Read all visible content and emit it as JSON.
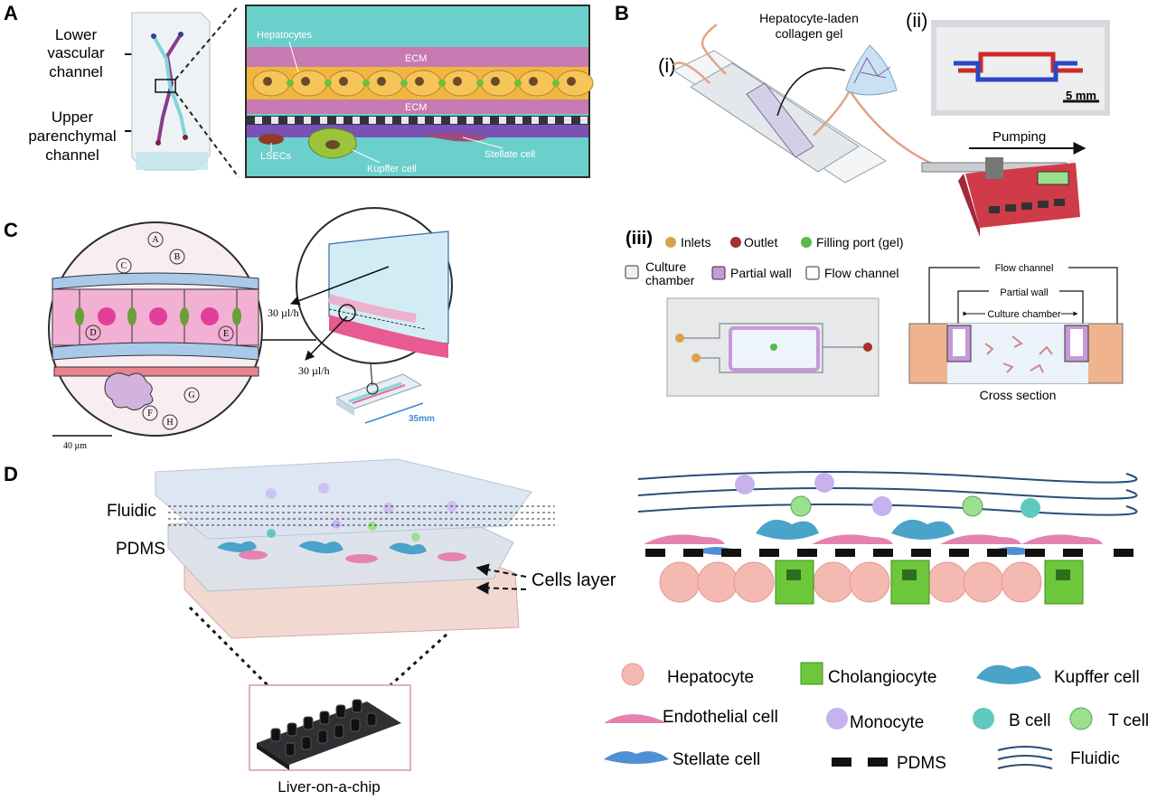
{
  "panels": {
    "a": {
      "letter": "A",
      "lower": [
        "Lower",
        "vascular",
        "channel"
      ],
      "upper": [
        "Upper",
        "parenchymal",
        "channel"
      ],
      "hepatocytes": "Hepatocytes",
      "ecm": "ECM",
      "lsecs": "LSECs",
      "kupffer": "Kupffer cell",
      "stellate": "Stellate cell"
    },
    "b": {
      "letter": "B",
      "label_i": "(i)",
      "label_ii": "(ii)",
      "label_iii": "(iii)",
      "gel": [
        "Hepatocyte-laden",
        "collagen gel"
      ],
      "pumping": "Pumping",
      "scale": "5 mm",
      "legend": {
        "inlets": "Inlets",
        "outlet": "Outlet",
        "filling": "Filling port (gel)",
        "culture": [
          "Culture",
          "chamber"
        ],
        "partial": "Partial wall",
        "flow": "Flow channel"
      },
      "cross": {
        "flow": "Flow channel",
        "partial": "Partial wall",
        "culture": "Culture chamber",
        "caption": "Cross section"
      },
      "colors": {
        "inlet": "#d9a14a",
        "outlet": "#a8302a",
        "filling": "#5bb84a",
        "wall": "#c59ad8"
      }
    },
    "c": {
      "letter": "C",
      "markers": [
        "A",
        "B",
        "C",
        "D",
        "E",
        "F",
        "G",
        "H"
      ],
      "flow_top": "30 µl/h",
      "flow_bottom": "30 µl/h",
      "scale": "40 µm",
      "length": "35mm"
    },
    "d": {
      "letter": "D",
      "fluidic": "Fluidic",
      "pdms": "PDMS",
      "cells_layer": "Cells layer",
      "chip": "Liver-on-a-chip",
      "legend": {
        "hepatocyte": "Hepatocyte",
        "cholangiocyte": "Cholangiocyte",
        "kupffer": "Kupffer cell",
        "endothelial": "Endothelial cell",
        "monocyte": "Monocyte",
        "bcell": "B cell",
        "tcell": "T cell",
        "stellate": "Stellate cell",
        "pdms": "PDMS",
        "fluidic": "Fluidic"
      },
      "colors": {
        "hepatocyte": "#f4b9b0",
        "cholangiocyte": "#6cc83a",
        "kupffer": "#4aa3c9",
        "endothelial": "#e582b0",
        "monocyte": "#c7b2ef",
        "bcell": "#5fc9c0",
        "tcell": "#9be08f",
        "stellate": "#4f8fd6",
        "fluidic": "#274e78"
      }
    }
  }
}
